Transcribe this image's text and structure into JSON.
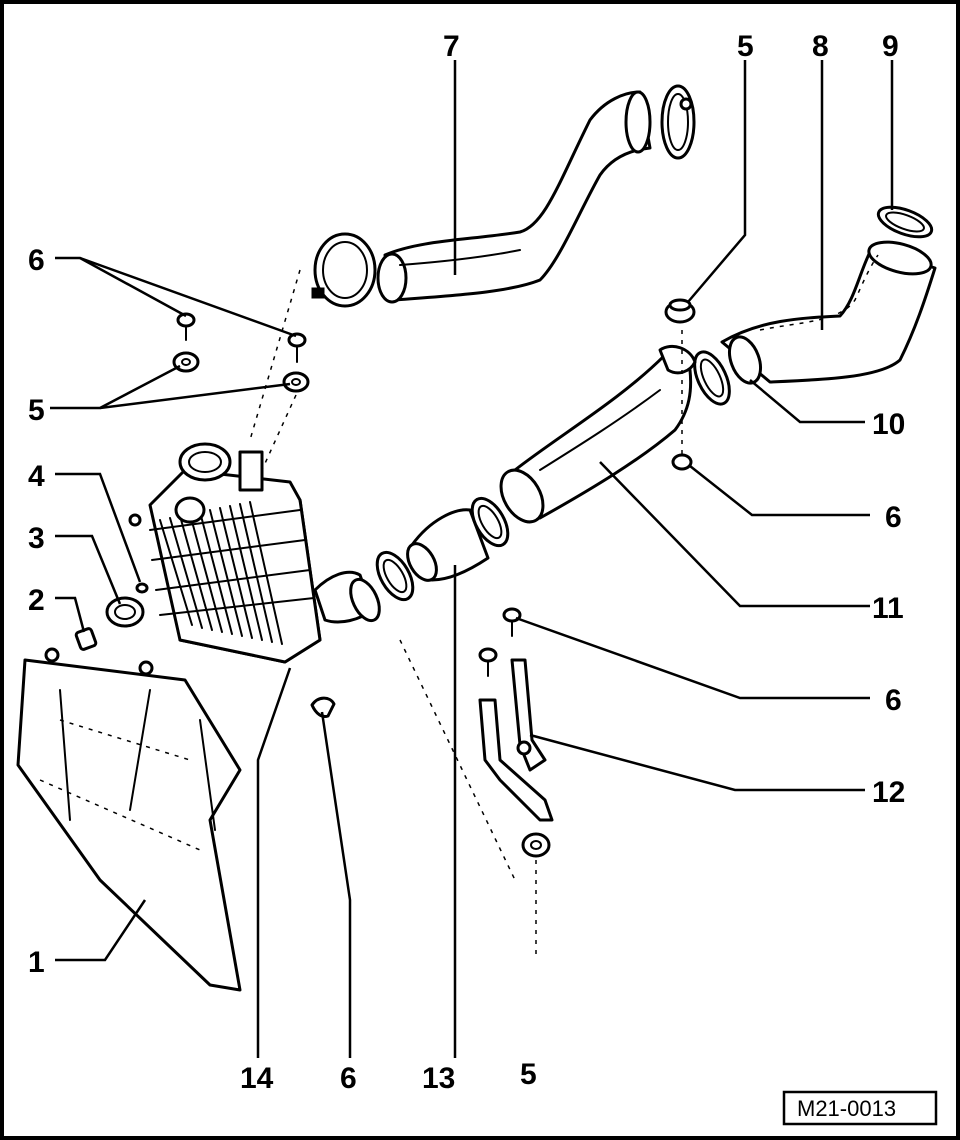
{
  "callouts": {
    "c1": "1",
    "c2": "2",
    "c3": "3",
    "c4": "4",
    "c5_top": "5",
    "c5_left": "5",
    "c5_bottom": "5",
    "c6_left": "6",
    "c6_right_upper": "6",
    "c6_right_lower": "6",
    "c6_bottom": "6",
    "c7": "7",
    "c8": "8",
    "c9": "9",
    "c10": "10",
    "c11": "11",
    "c12": "12",
    "c13": "13",
    "c14": "14"
  },
  "reference_code": "M21-0013"
}
